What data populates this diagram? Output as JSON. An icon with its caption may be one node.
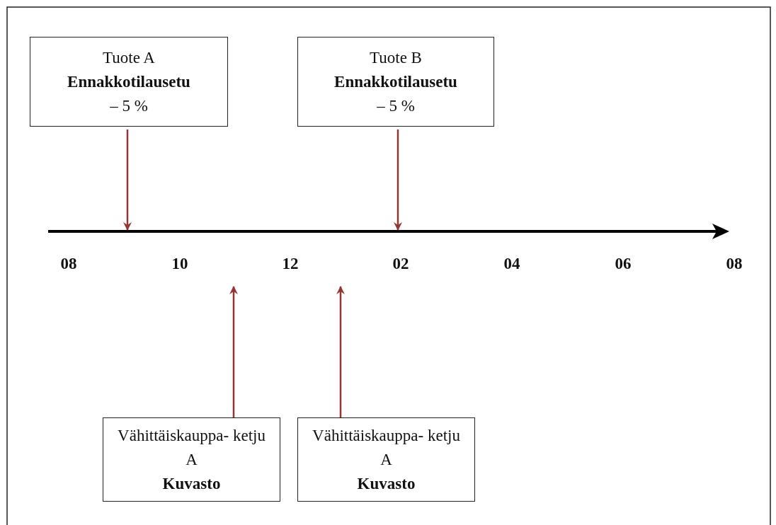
{
  "diagram": {
    "nodes": [
      {
        "text": [
          "Tuote A",
          "Ennakkotilausetu",
          "– 5 %"
        ]
      },
      {
        "text": [
          "Tuote B",
          "Ennakkotilausetu",
          "– 5 %"
        ]
      },
      {
        "text": [
          "Vähittäiskauppa- ketju A",
          "Kuvasto"
        ]
      },
      {
        "text": [
          "Vähittäiskauppa- ketju A",
          "Kuvasto"
        ]
      }
    ],
    "edges": [
      {
        "from": 0,
        "to": null,
        "arrow": "to"
      },
      {
        "from": 1,
        "to": null,
        "arrow": "to"
      },
      {
        "from": 2,
        "to": null,
        "arrow": "to"
      },
      {
        "from": 3,
        "to": null,
        "arrow": "to"
      }
    ],
    "labels": [
      "08",
      "10",
      "12",
      "02",
      "04",
      "06",
      "08"
    ]
  }
}
